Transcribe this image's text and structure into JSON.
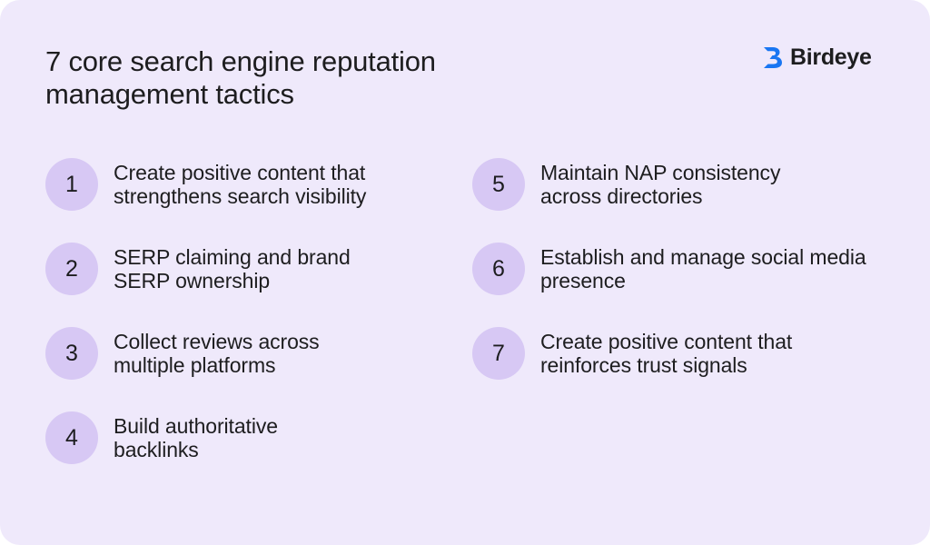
{
  "title": "7 core search engine reputation management tactics",
  "brand": {
    "name": "Birdeye",
    "icon": "birdeye-logo-icon",
    "color": "#1976f2"
  },
  "colors": {
    "background": "#efe9fb",
    "number_circle": "#d7c8f4",
    "text": "#1d1d1f"
  },
  "tactics": [
    {
      "number": "1",
      "text": "Create positive content that strengthens search visibility"
    },
    {
      "number": "2",
      "text": "SERP claiming and brand SERP ownership"
    },
    {
      "number": "3",
      "text": "Collect reviews across multiple platforms"
    },
    {
      "number": "4",
      "text": "Build authoritative backlinks"
    },
    {
      "number": "5",
      "text": "Maintain NAP consistency across directories"
    },
    {
      "number": "6",
      "text": "Establish and manage social media presence"
    },
    {
      "number": "7",
      "text": "Create positive content that reinforces trust signals"
    }
  ]
}
